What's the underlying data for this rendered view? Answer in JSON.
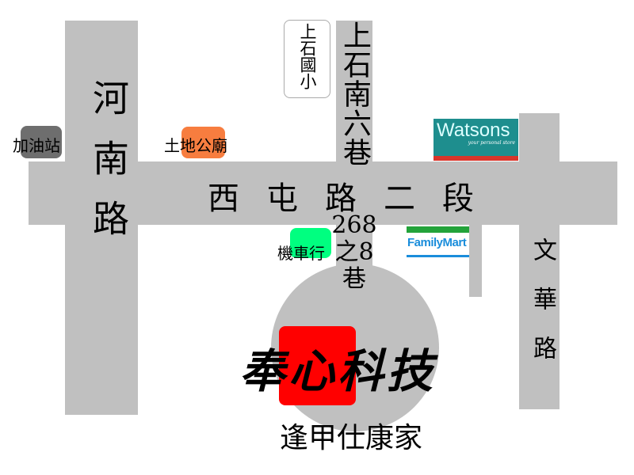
{
  "roads": {
    "henan": "河南路",
    "xitun": "西屯路二段",
    "shangshi_lane": "上石南六巷",
    "lane_268": "268之8巷",
    "wenhua": "文華路"
  },
  "landmarks": {
    "school": "上石國小",
    "gas_station": "加油站",
    "temple": "土地公廟",
    "scooter_shop": "機車行",
    "watsons": {
      "name": "Watsons",
      "tagline": "your personal store"
    },
    "familymart": "FamilyMart"
  },
  "destination": {
    "company": "奉心科技",
    "building": "逢甲仕康家"
  },
  "colors": {
    "road": "#c0c0c0",
    "gas": "#6e6e6e",
    "temple": "#f77d3f",
    "scooter": "#00ff80",
    "watsons": "#1e8e8e",
    "watsons_stripe": "#d8352a",
    "fm_green": "#23a33a",
    "fm_blue": "#1a8ddb",
    "logo_red": "#ff0000"
  }
}
